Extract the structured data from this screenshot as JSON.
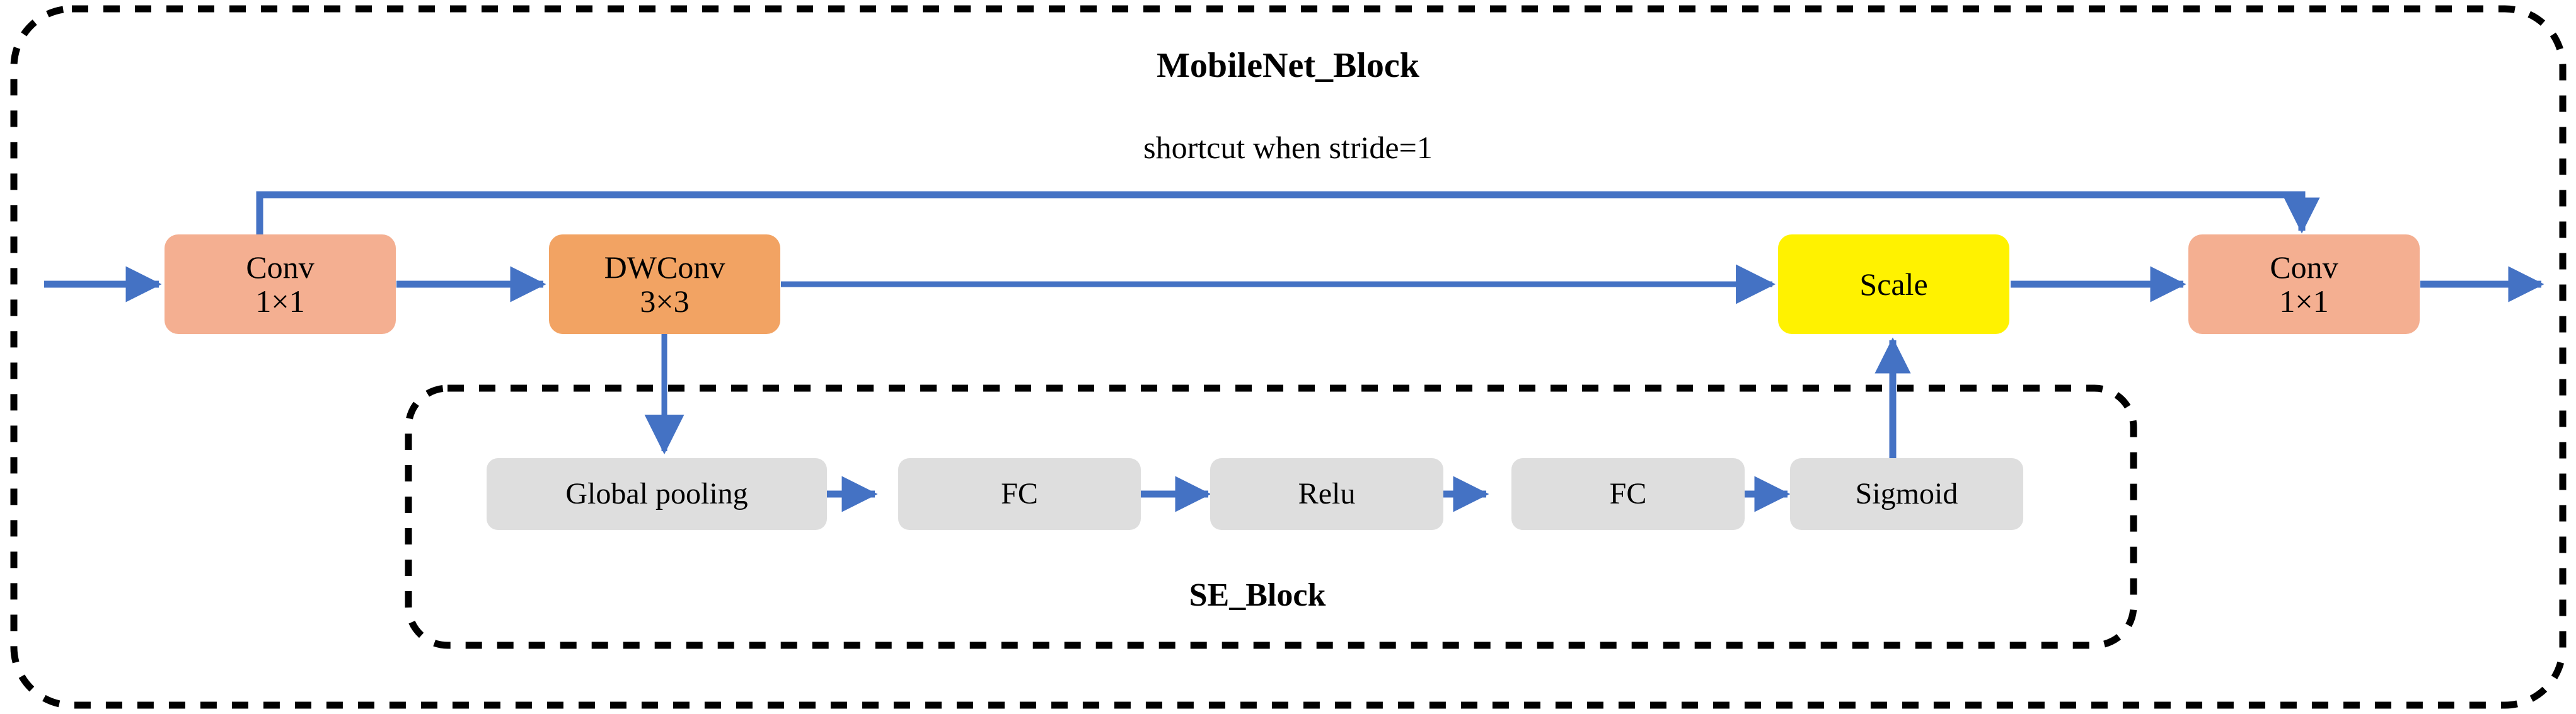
{
  "figure": {
    "title": "MobileNet_Block",
    "inner_title": "SE_Block",
    "shortcut_note": "shortcut when stride=1"
  },
  "colors": {
    "conv_fill": "#F4AF91",
    "dwconv_fill": "#F2A363",
    "scale_fill": "#FFF200",
    "se_fill": "#DEDEDE",
    "arrow_blue": "#4472C4",
    "border_dash": "#000000",
    "text": "#000000",
    "background": "#FFFFFF"
  },
  "main_path": {
    "nodes": [
      {
        "id": "conv1",
        "line1": "Conv",
        "line2": "1×1"
      },
      {
        "id": "dwconv",
        "line1": "DWConv",
        "line2": "3×3"
      },
      {
        "id": "scale",
        "line1": "Scale",
        "line2": ""
      },
      {
        "id": "conv2",
        "line1": "Conv",
        "line2": "1×1"
      }
    ]
  },
  "se_path": {
    "nodes": [
      {
        "id": "global-pooling",
        "label": "Global pooling"
      },
      {
        "id": "fc1",
        "label": "FC"
      },
      {
        "id": "relu",
        "label": "Relu"
      },
      {
        "id": "fc2",
        "label": "FC"
      },
      {
        "id": "sigmoid",
        "label": "Sigmoid"
      }
    ]
  }
}
